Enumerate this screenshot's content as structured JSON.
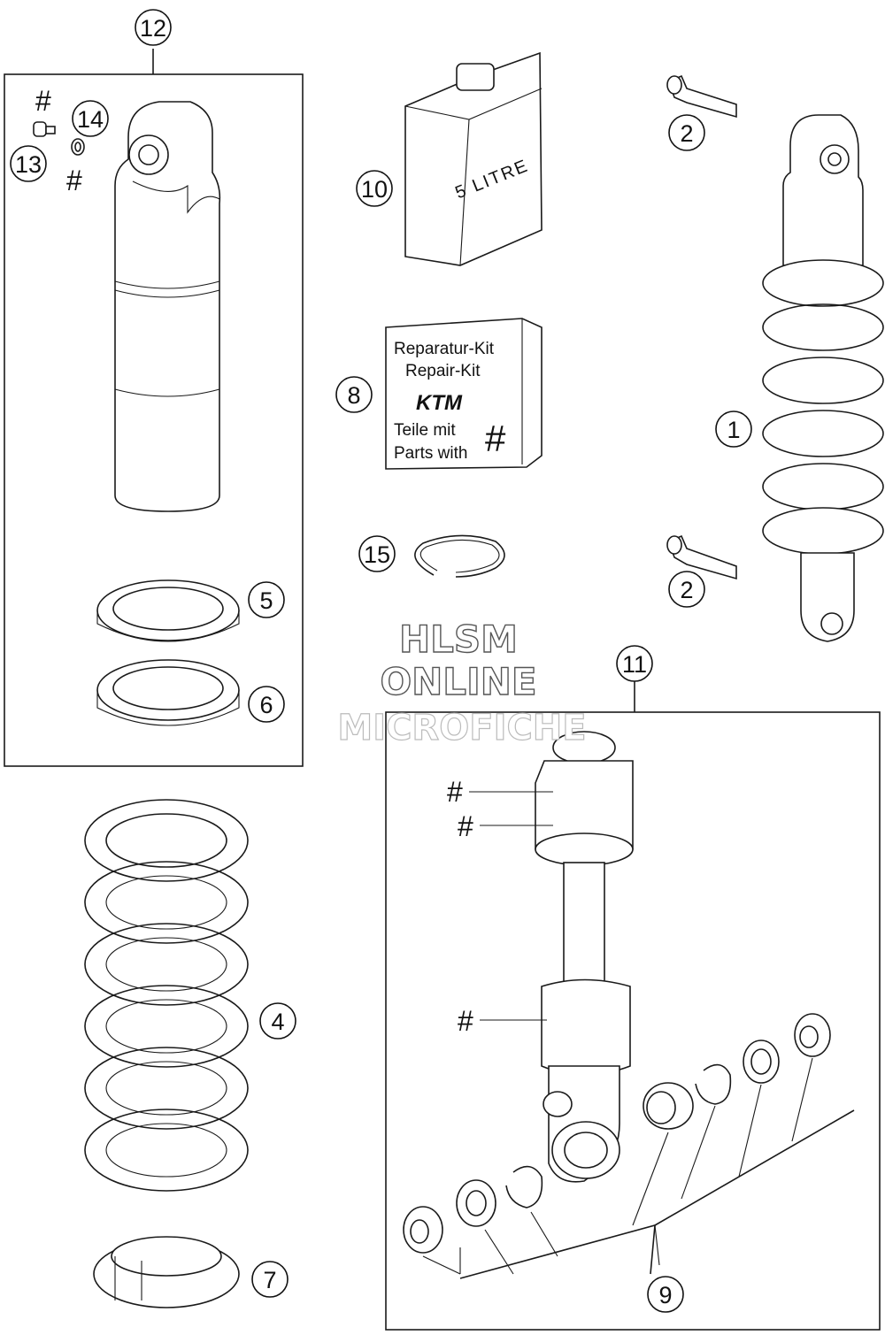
{
  "callouts": {
    "c1": "1",
    "c2a": "2",
    "c2b": "2",
    "c4": "4",
    "c5": "5",
    "c6": "6",
    "c7": "7",
    "c8": "8",
    "c9": "9",
    "c10": "10",
    "c11": "11",
    "c12": "12",
    "c13": "13",
    "c14": "14",
    "c15": "15"
  },
  "hash_marks": {
    "h1": "#",
    "h2": "#",
    "h3": "#",
    "h4": "#",
    "h5": "#",
    "h6": "#"
  },
  "oil_can": {
    "label": "5 LITRE"
  },
  "repair_kit": {
    "line1": "Reparatur-Kit",
    "line2": "Repair-Kit",
    "brand": "KTM",
    "line3": "Teile mit",
    "line4": "Parts with",
    "symbol": "#"
  },
  "watermark": {
    "line1": "HLSM",
    "line2": "ONLINE",
    "line3": "MICROFICHE"
  }
}
